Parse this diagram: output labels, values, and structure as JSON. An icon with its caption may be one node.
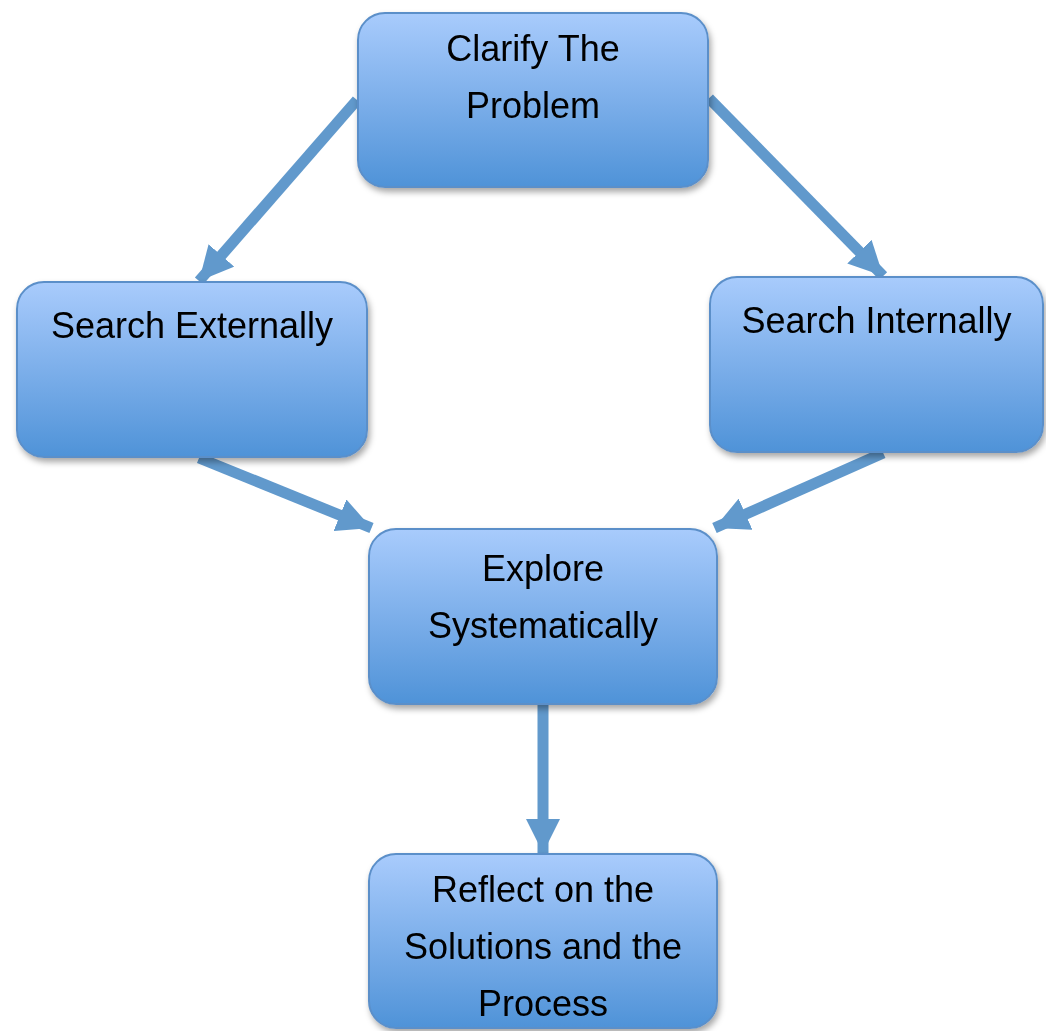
{
  "diagram": {
    "nodes": [
      {
        "text": [
          "Clarify The Problem"
        ]
      },
      {
        "text": [
          "Search Externally"
        ]
      },
      {
        "text": [
          "Search Internally"
        ]
      },
      {
        "text": [
          "Explore Systematically"
        ]
      },
      {
        "text": [
          "Reflect on the Solutions and the Process"
        ]
      }
    ],
    "edges": [
      {
        "from": 0,
        "to": 1,
        "arrow": "to"
      },
      {
        "from": 0,
        "to": 2,
        "arrow": "to"
      },
      {
        "from": 1,
        "to": 3,
        "arrow": "to"
      },
      {
        "from": 2,
        "to": 3,
        "arrow": "to"
      },
      {
        "from": 3,
        "to": 4,
        "arrow": "to"
      }
    ]
  }
}
